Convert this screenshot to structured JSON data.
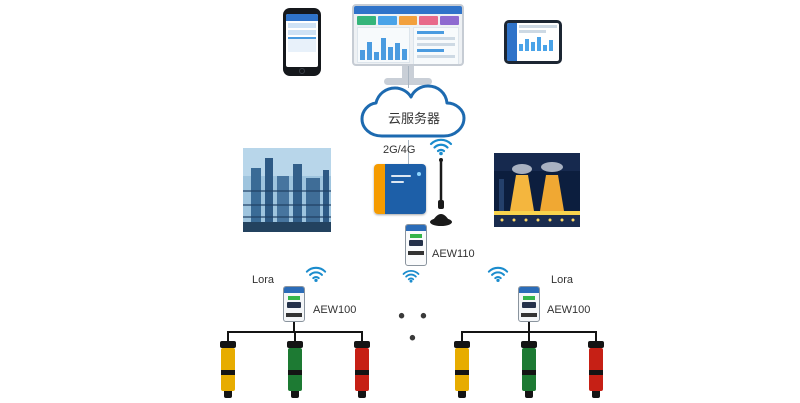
{
  "cloud": {
    "label": "云服务器"
  },
  "uplink": {
    "network_label": "2G/4G"
  },
  "gateway": {
    "model_label": "AEW110"
  },
  "separator": {
    "dots": "• • •"
  },
  "clusters": [
    {
      "radio_label": "Lora",
      "model_label": "AEW100"
    },
    {
      "radio_label": "Lora",
      "model_label": "AEW100"
    }
  ],
  "colors": {
    "cloud_stroke": "#1d6ab0",
    "wifi": "#1b8ccd",
    "gateway_body": "#1d5fa8",
    "gateway_panel": "#f59b00",
    "sensor_yellow": "#e7ac00",
    "sensor_green": "#1d7a33",
    "sensor_red": "#c62015",
    "wire": "#141414"
  }
}
